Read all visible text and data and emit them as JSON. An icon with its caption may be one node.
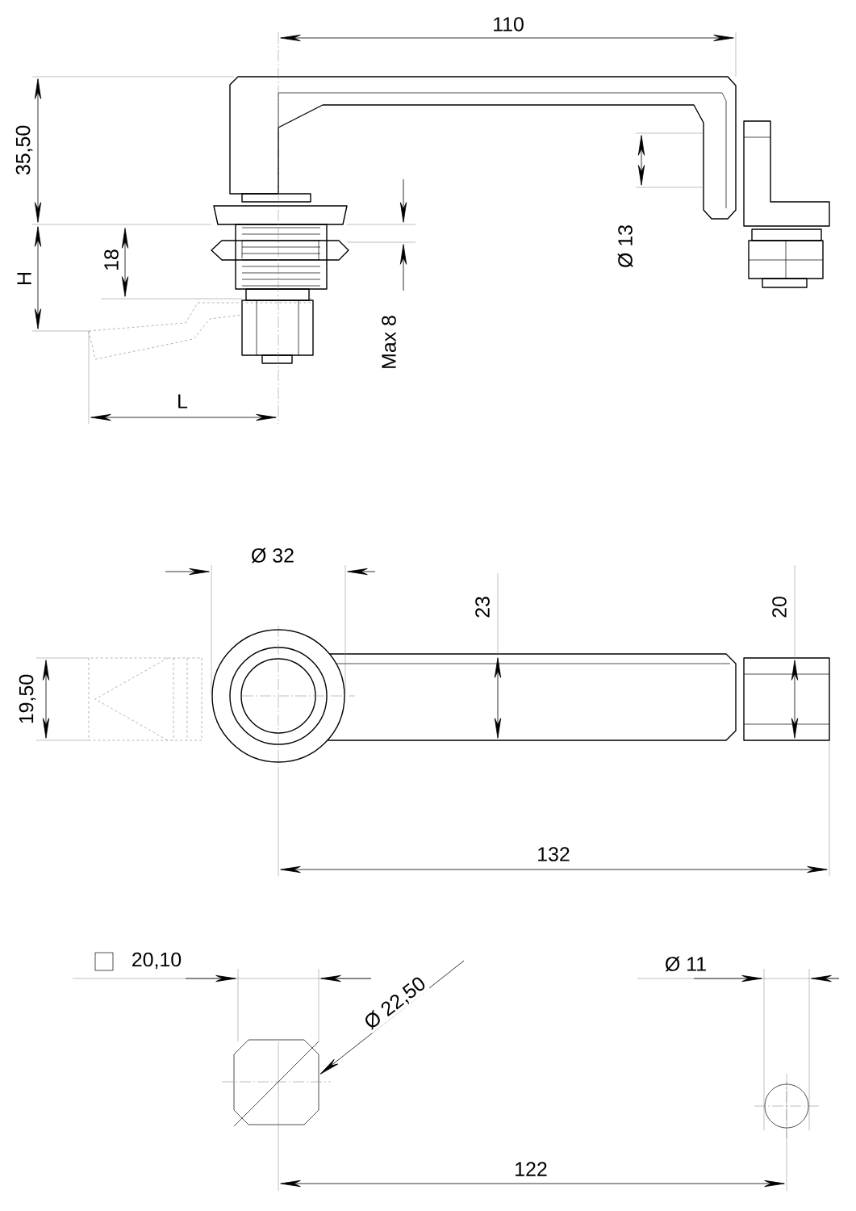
{
  "diagram": {
    "labels": [
      "110",
      "35,50",
      "Ø 13",
      "H",
      "18",
      "Max 8",
      "L",
      "Ø 32",
      "23",
      "20",
      "19,50",
      "132",
      "20,10",
      "Ø 22,50",
      "Ø 11",
      "122"
    ]
  }
}
